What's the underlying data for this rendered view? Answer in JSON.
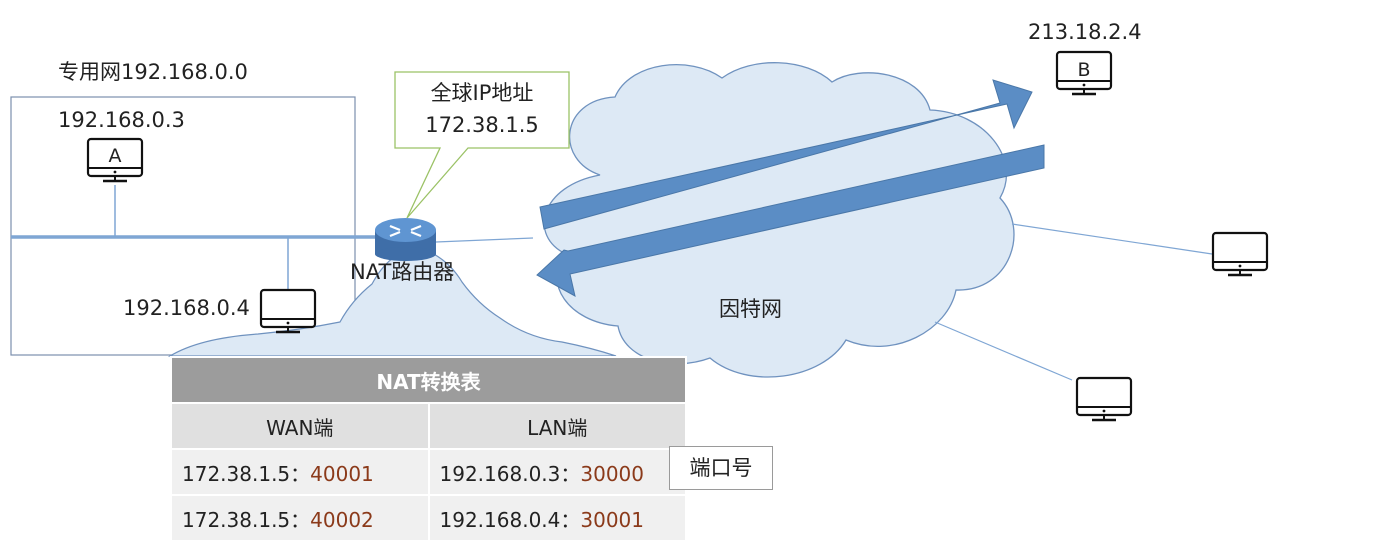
{
  "private_network": {
    "label": "专用网192.168.0.0"
  },
  "host_a": {
    "ip": "192.168.0.3",
    "letter": "A"
  },
  "host_b": {
    "ip": "213.18.2.4",
    "letter": "B"
  },
  "host_lan2": {
    "ip": "192.168.0.4"
  },
  "router": {
    "label": "NAT路由器"
  },
  "callout": {
    "line1": "全球IP地址",
    "line2": "172.38.1.5"
  },
  "internet": {
    "label": "因特网"
  },
  "nat_table": {
    "title": "NAT转换表",
    "col_wan": "WAN端",
    "col_lan": "LAN端",
    "rows": [
      {
        "wan_ip": "172.38.1.5：",
        "wan_port": "40001",
        "lan_ip": "192.168.0.3：",
        "lan_port": "30000"
      },
      {
        "wan_ip": "172.38.1.5：",
        "wan_port": "40002",
        "lan_ip": "192.168.0.4：",
        "lan_port": "30001"
      }
    ]
  },
  "port_label": "端口号",
  "colors": {
    "arrow": "#5b8dc5",
    "cloud_fill": "#dde9f5",
    "cloud_stroke": "#6f92bf",
    "lan_line": "#7fa6d4",
    "router": "#4f86c6",
    "callout_border": "#9bc266"
  }
}
